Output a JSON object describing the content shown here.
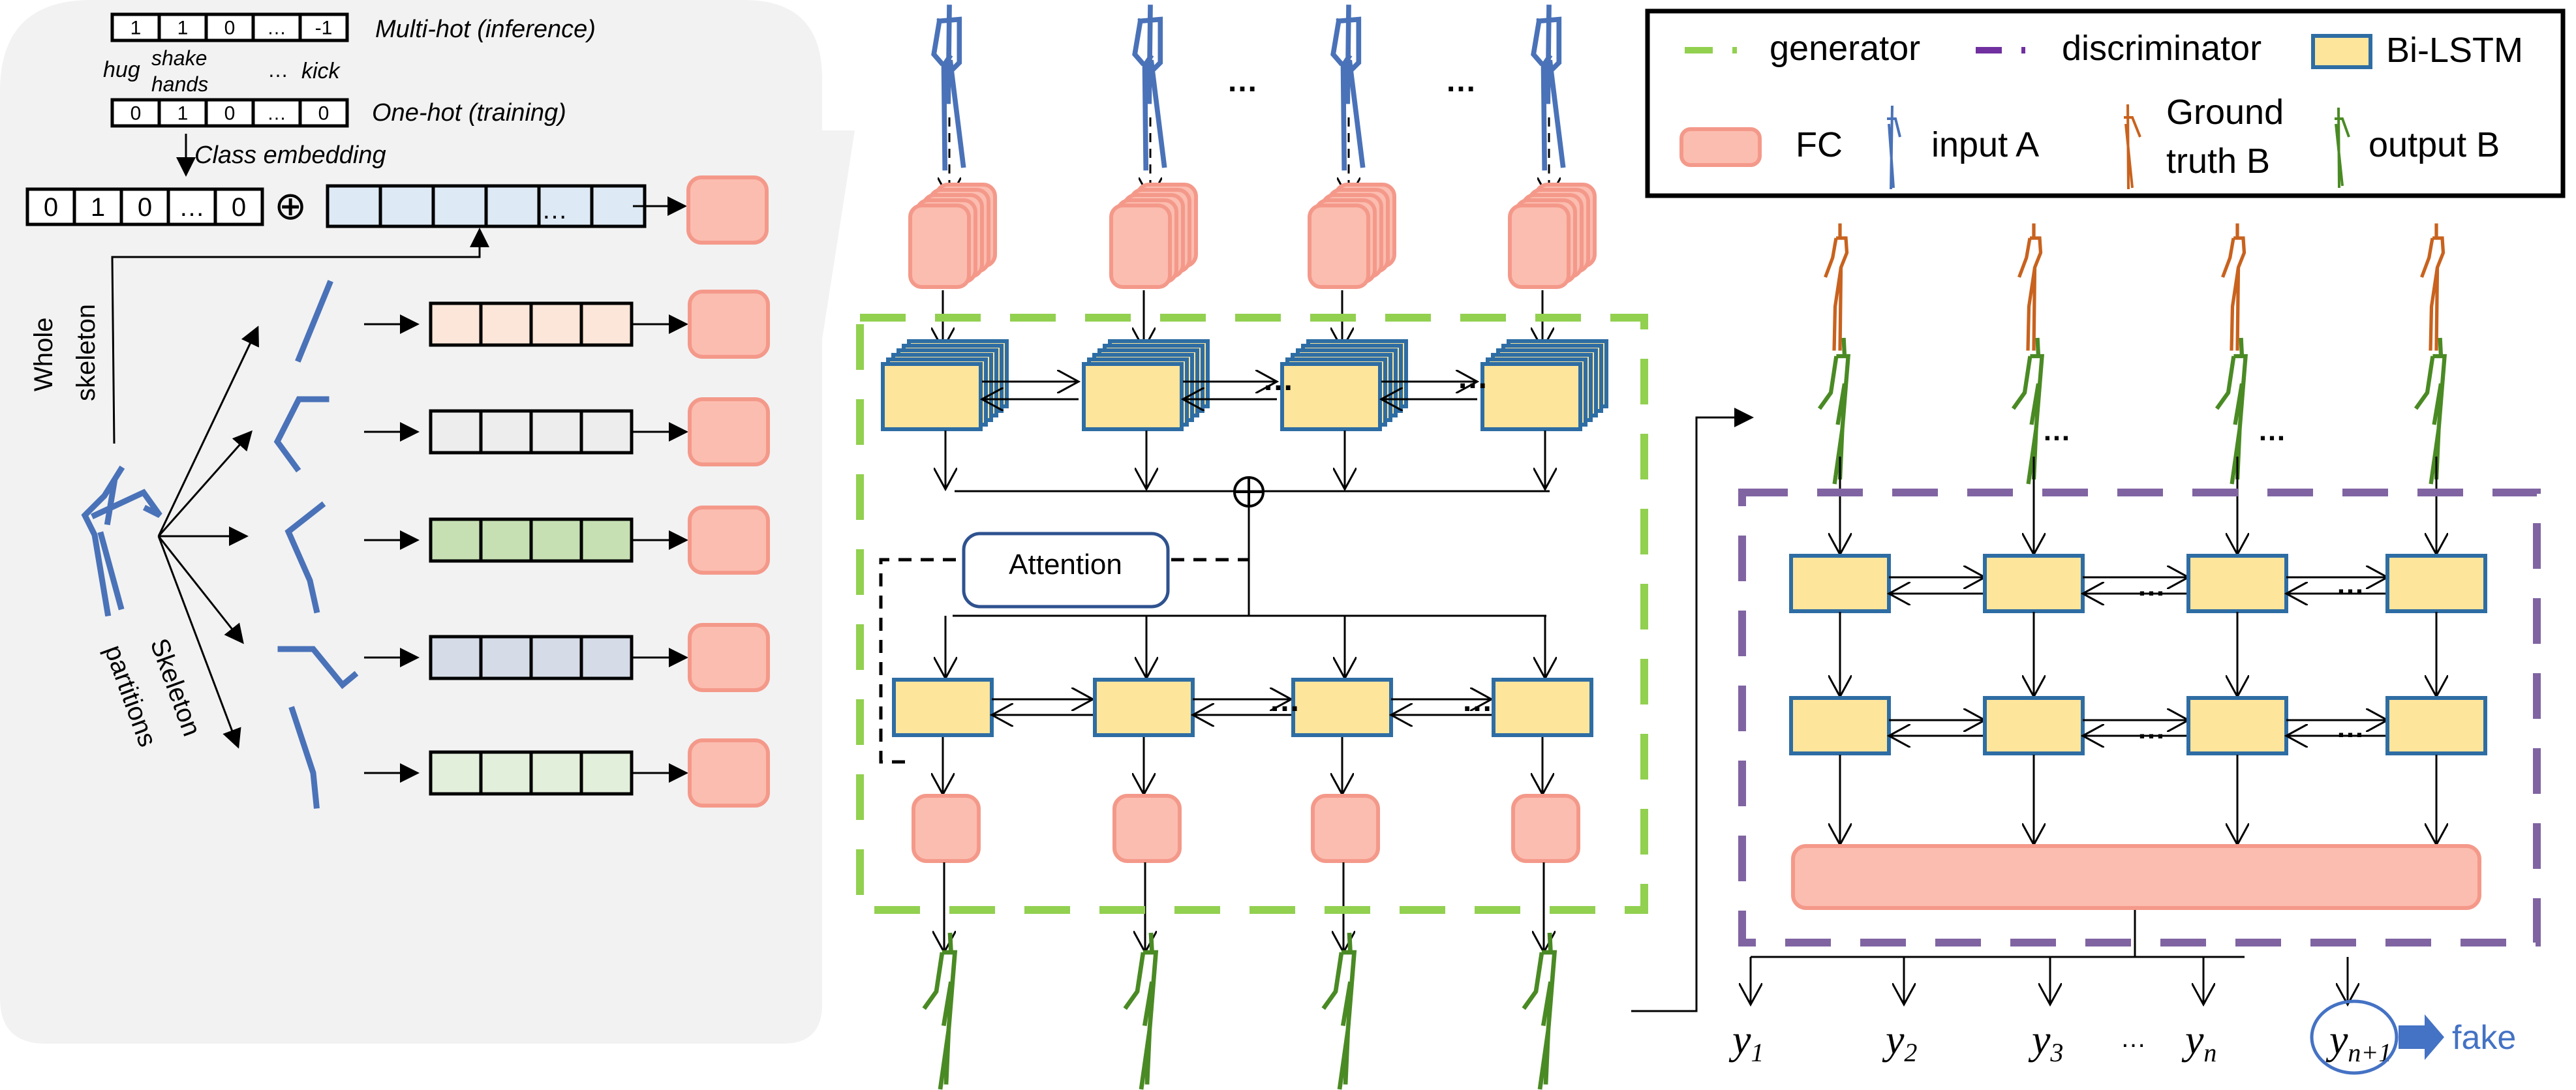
{
  "left_panel": {
    "multi_hot": {
      "cells": [
        "1",
        "1",
        "0",
        "…",
        "-1"
      ],
      "label": "Multi-hot (inference)"
    },
    "classes": {
      "hug": "hug",
      "shake": "shake",
      "hands": "hands",
      "dots": "…",
      "kick": "kick"
    },
    "one_hot": {
      "cells": [
        "0",
        "1",
        "0",
        "…",
        "0"
      ],
      "label": "One-hot (training)"
    },
    "class_embedding_label": "Class embedding",
    "embedded": {
      "cells": [
        "0",
        "1",
        "0",
        "…",
        "0"
      ]
    },
    "concat_symbol": "⊕",
    "whole_vector_dots": "…",
    "whole_skeleton_label_1": "Whole",
    "whole_skeleton_label_2": "skeleton",
    "partitions_label_1": "Skeleton",
    "partitions_label_2": "partitions",
    "partition_colors": [
      "#fce6d9",
      "#ededed",
      "#c6e0b4",
      "#d5dce8",
      "#e2efda"
    ],
    "whole_vector_color": "#dde9f5"
  },
  "generator": {
    "dots": "…",
    "sum_symbol": "⊕",
    "attention_label": "Attention"
  },
  "discriminator": {
    "dots": "…",
    "outputs": [
      "y1",
      "y2",
      "y3",
      "yn",
      "yn+1"
    ],
    "output_subs": [
      "1",
      "2",
      "3",
      "n",
      "n+1"
    ],
    "output_base": "y",
    "fake_label": "fake"
  },
  "legend": {
    "generator": "generator",
    "discriminator": "discriminator",
    "bilstm": "Bi-LSTM",
    "fc": "FC",
    "input_a": "input A",
    "ground_truth_1": "Ground",
    "ground_truth_2": "truth B",
    "output_b": "output B"
  },
  "colors": {
    "generator": "#92d050",
    "discriminator": "#8064a2",
    "lstm_fill": "#fde59b",
    "lstm_stroke": "#2e6da4",
    "fc_fill": "#fbbdb0",
    "input_skeleton": "#4a72b8",
    "ground_truth_skeleton": "#c8621e",
    "output_skeleton": "#4a8a24",
    "fake": "#4472c4"
  }
}
